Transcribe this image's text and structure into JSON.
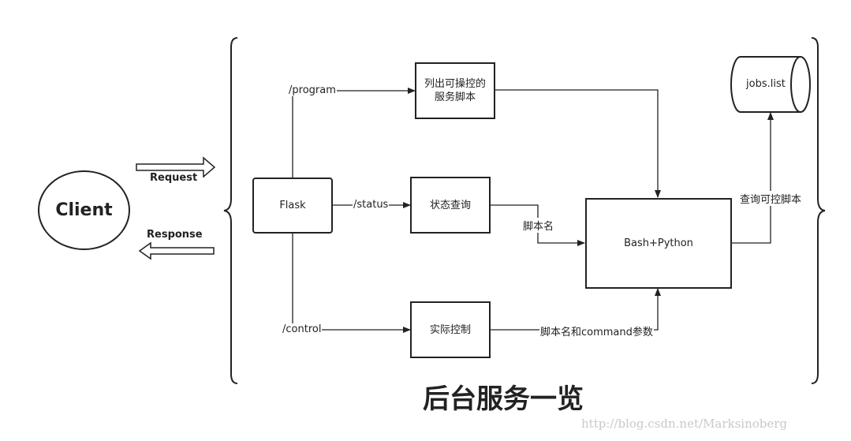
{
  "client": {
    "label": "Client"
  },
  "request": {
    "label": "Request"
  },
  "response": {
    "label": "Response"
  },
  "nodes": {
    "flask": "Flask",
    "list_services_line1": "列出可操控的",
    "list_services_line2": "服务脚本",
    "status_query": "状态查询",
    "actual_control": "实际控制",
    "bash_python": "Bash+Python",
    "jobs_list": "jobs.list"
  },
  "edges": {
    "program": "/program",
    "status": "/status",
    "control": "/control",
    "script_name": "脚本名",
    "script_name_command": "脚本名和command参数",
    "query_controllable": "查询可控脚本"
  },
  "title": "后台服务一览",
  "watermark": "http://blog.csdn.net/Marksinoberg",
  "colors": {
    "stroke": "#222222",
    "background": "#ffffff",
    "watermark": "#c9c9c9"
  }
}
